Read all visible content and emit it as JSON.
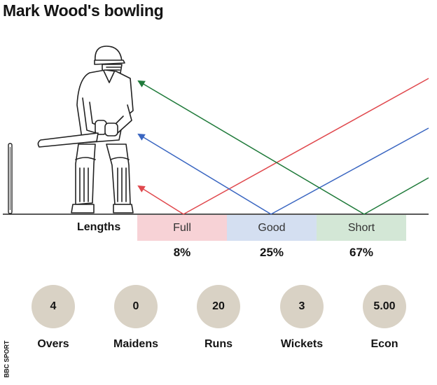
{
  "title": "Mark Wood's bowling",
  "lengths_label": "Lengths",
  "chart_data": {
    "type": "bar",
    "categories": [
      "Full",
      "Good",
      "Short"
    ],
    "values": [
      8,
      25,
      67
    ],
    "value_labels": [
      "8%",
      "25%",
      "67%"
    ],
    "colors": [
      "#e0484d",
      "#3a66c1",
      "#1f7a3a"
    ],
    "zone_colors": [
      "#f7d2d6",
      "#d4dff1",
      "#d3e7d6"
    ]
  },
  "stats": [
    {
      "value": "4",
      "label": "Overs"
    },
    {
      "value": "0",
      "label": "Maidens"
    },
    {
      "value": "20",
      "label": "Runs"
    },
    {
      "value": "3",
      "label": "Wickets"
    },
    {
      "value": "5.00",
      "label": "Econ"
    }
  ],
  "logo": {
    "text": "BBC SPORT"
  },
  "icons": {
    "batter": "batter-illustration",
    "stumps": "stumps-icon"
  }
}
